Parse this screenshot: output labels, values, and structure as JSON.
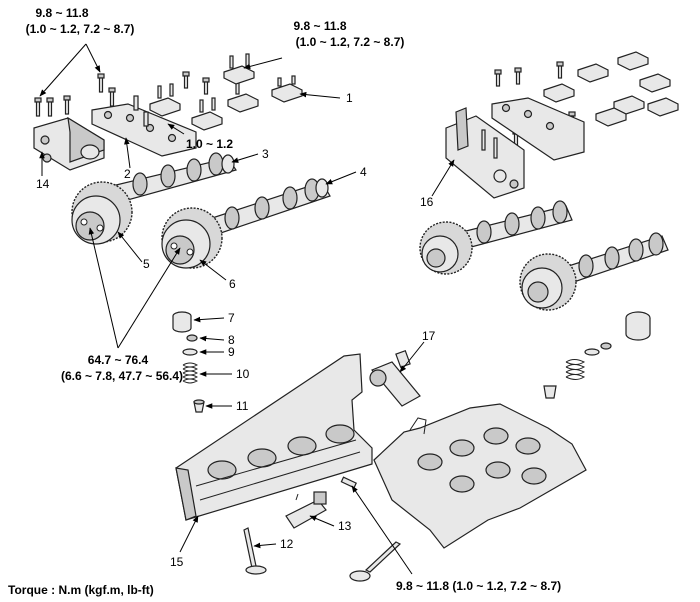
{
  "torque_note": "Torque : N.m (kgf.m, lb-ft)",
  "torques": {
    "tl_line1": "9.8 ~ 11.8",
    "tl_line2": "(1.0 ~ 1.2, 7.2 ~ 8.7)",
    "tc_line1": "9.8 ~ 11.8",
    "tc_line2": "(1.0 ~ 1.2, 7.2 ~ 8.7)",
    "cap_bolt": "1.0 ~ 1.2",
    "sprocket_line1": "64.7 ~ 76.4",
    "sprocket_line2": "(6.6 ~ 7.8, 47.7 ~ 56.4)",
    "bottom": "9.8 ~ 11.8 (1.0 ~ 1.2, 7.2 ~ 8.7)"
  },
  "part_numbers": {
    "p1": "1",
    "p2": "2",
    "p3": "3",
    "p4": "4",
    "p5": "5",
    "p6": "6",
    "p7": "7",
    "p8": "8",
    "p9": "9",
    "p10": "10",
    "p11": "11",
    "p12": "12",
    "p13": "13",
    "p14": "14",
    "p15": "15",
    "p16": "16",
    "p17": "17"
  }
}
